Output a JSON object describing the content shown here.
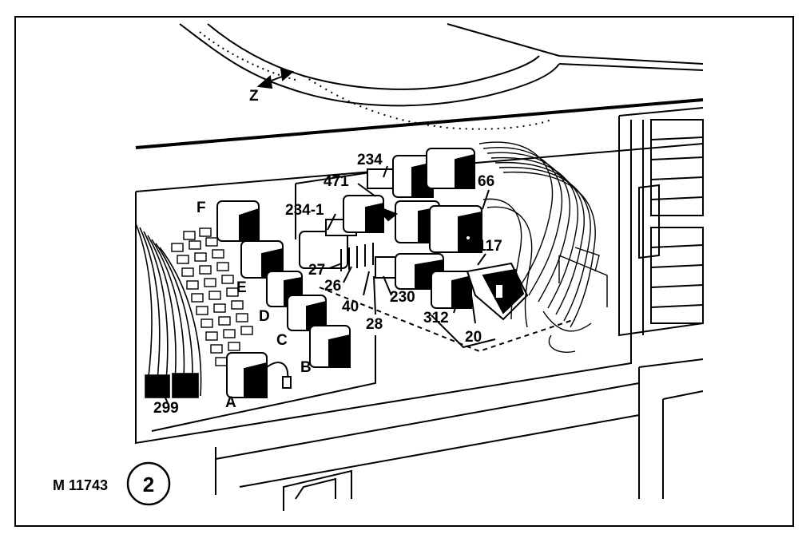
{
  "figure": {
    "code": "M 11743",
    "number": "2",
    "direction_label": "Z"
  },
  "relays": [
    {
      "id": "A",
      "label": "A"
    },
    {
      "id": "B",
      "label": "B"
    },
    {
      "id": "C",
      "label": "C"
    },
    {
      "id": "D",
      "label": "D"
    },
    {
      "id": "E",
      "label": "E"
    },
    {
      "id": "F",
      "label": "F"
    }
  ],
  "callouts": [
    {
      "id": "c234",
      "label": "234"
    },
    {
      "id": "c471",
      "label": "471"
    },
    {
      "id": "c66",
      "label": "66"
    },
    {
      "id": "c234-1",
      "label": "234-1"
    },
    {
      "id": "c117",
      "label": "117"
    },
    {
      "id": "c27",
      "label": "27"
    },
    {
      "id": "c26",
      "label": "26"
    },
    {
      "id": "c40",
      "label": "40"
    },
    {
      "id": "c230",
      "label": "230"
    },
    {
      "id": "c28",
      "label": "28"
    },
    {
      "id": "c312",
      "label": "312"
    },
    {
      "id": "c20",
      "label": "20"
    },
    {
      "id": "c299",
      "label": "299"
    }
  ]
}
